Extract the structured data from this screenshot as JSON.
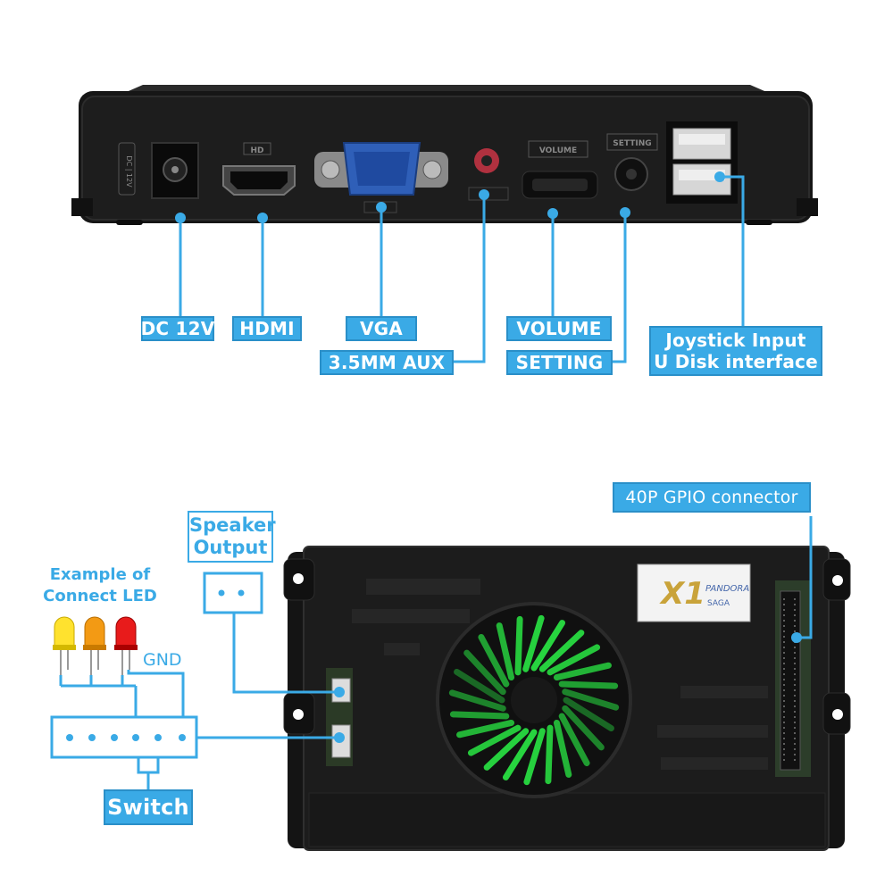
{
  "device_top": {
    "panel_labels": {
      "dc": "DC | 12V",
      "hd": "HD",
      "volume": "VOLUME",
      "setting": "SETTING"
    }
  },
  "port_callouts": {
    "dc": "DC 12V",
    "hdmi": "HDMI",
    "vga": "VGA",
    "aux": "3.5MM AUX",
    "volume": "VOLUME",
    "setting": "SETTING",
    "usb_line1": "Joystick Input",
    "usb_line2": "U Disk interface"
  },
  "bottom_callouts": {
    "gpio": "40P GPIO connector",
    "speaker_line1": "Speaker",
    "speaker_line2": "Output",
    "led_example_line1": "Example of",
    "led_example_line2": "Connect LED",
    "gnd": "GND",
    "switch": "Switch"
  },
  "logo": {
    "text": "X1 PANDORA SAGA"
  },
  "colors": {
    "accent": "#3aaae6",
    "device_body": "#1b1b1b",
    "vga_port": "#2f5fb8",
    "aux_port": "#b0313f",
    "led_yellow": "#ffe22e",
    "led_orange": "#f39a14",
    "led_red": "#e81b1b",
    "fan_glow": "#27d43f"
  }
}
